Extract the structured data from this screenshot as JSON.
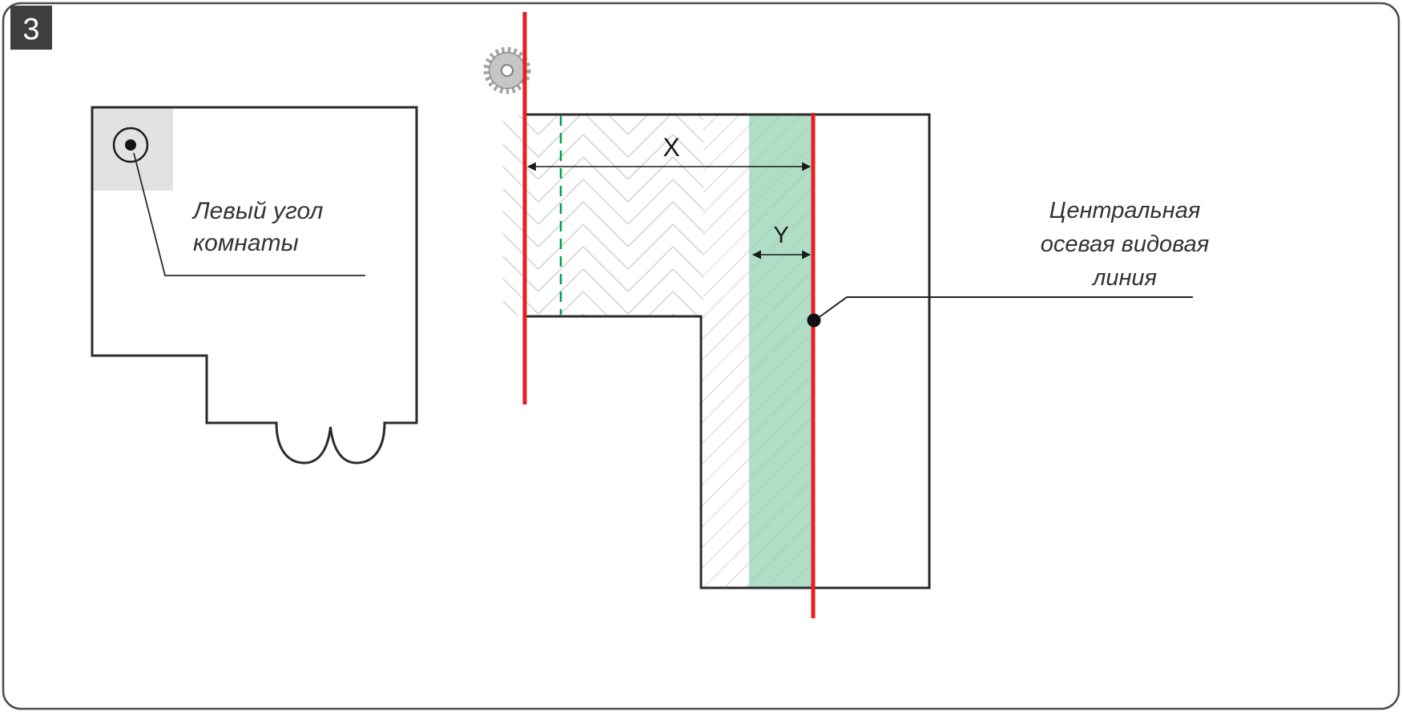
{
  "frame": {
    "badge_number": "3"
  },
  "room_plan": {
    "corner_label": [
      "Левый угол",
      "комнаты"
    ]
  },
  "layout_diagram": {
    "dim_x": "X",
    "dim_y": "Y",
    "axis_label": [
      "Центральная",
      "осевая видовая",
      "линия"
    ]
  },
  "icons": {
    "saw_blade": "circular-saw-blade-icon"
  },
  "colors": {
    "red_line": "#ec1c24",
    "green_strip": "#8ecfae",
    "green_dashed": "#00a14b",
    "outline": "#2b2b2b",
    "badge_bg": "#3f3f3f",
    "hatch": "#cfcfcf"
  }
}
